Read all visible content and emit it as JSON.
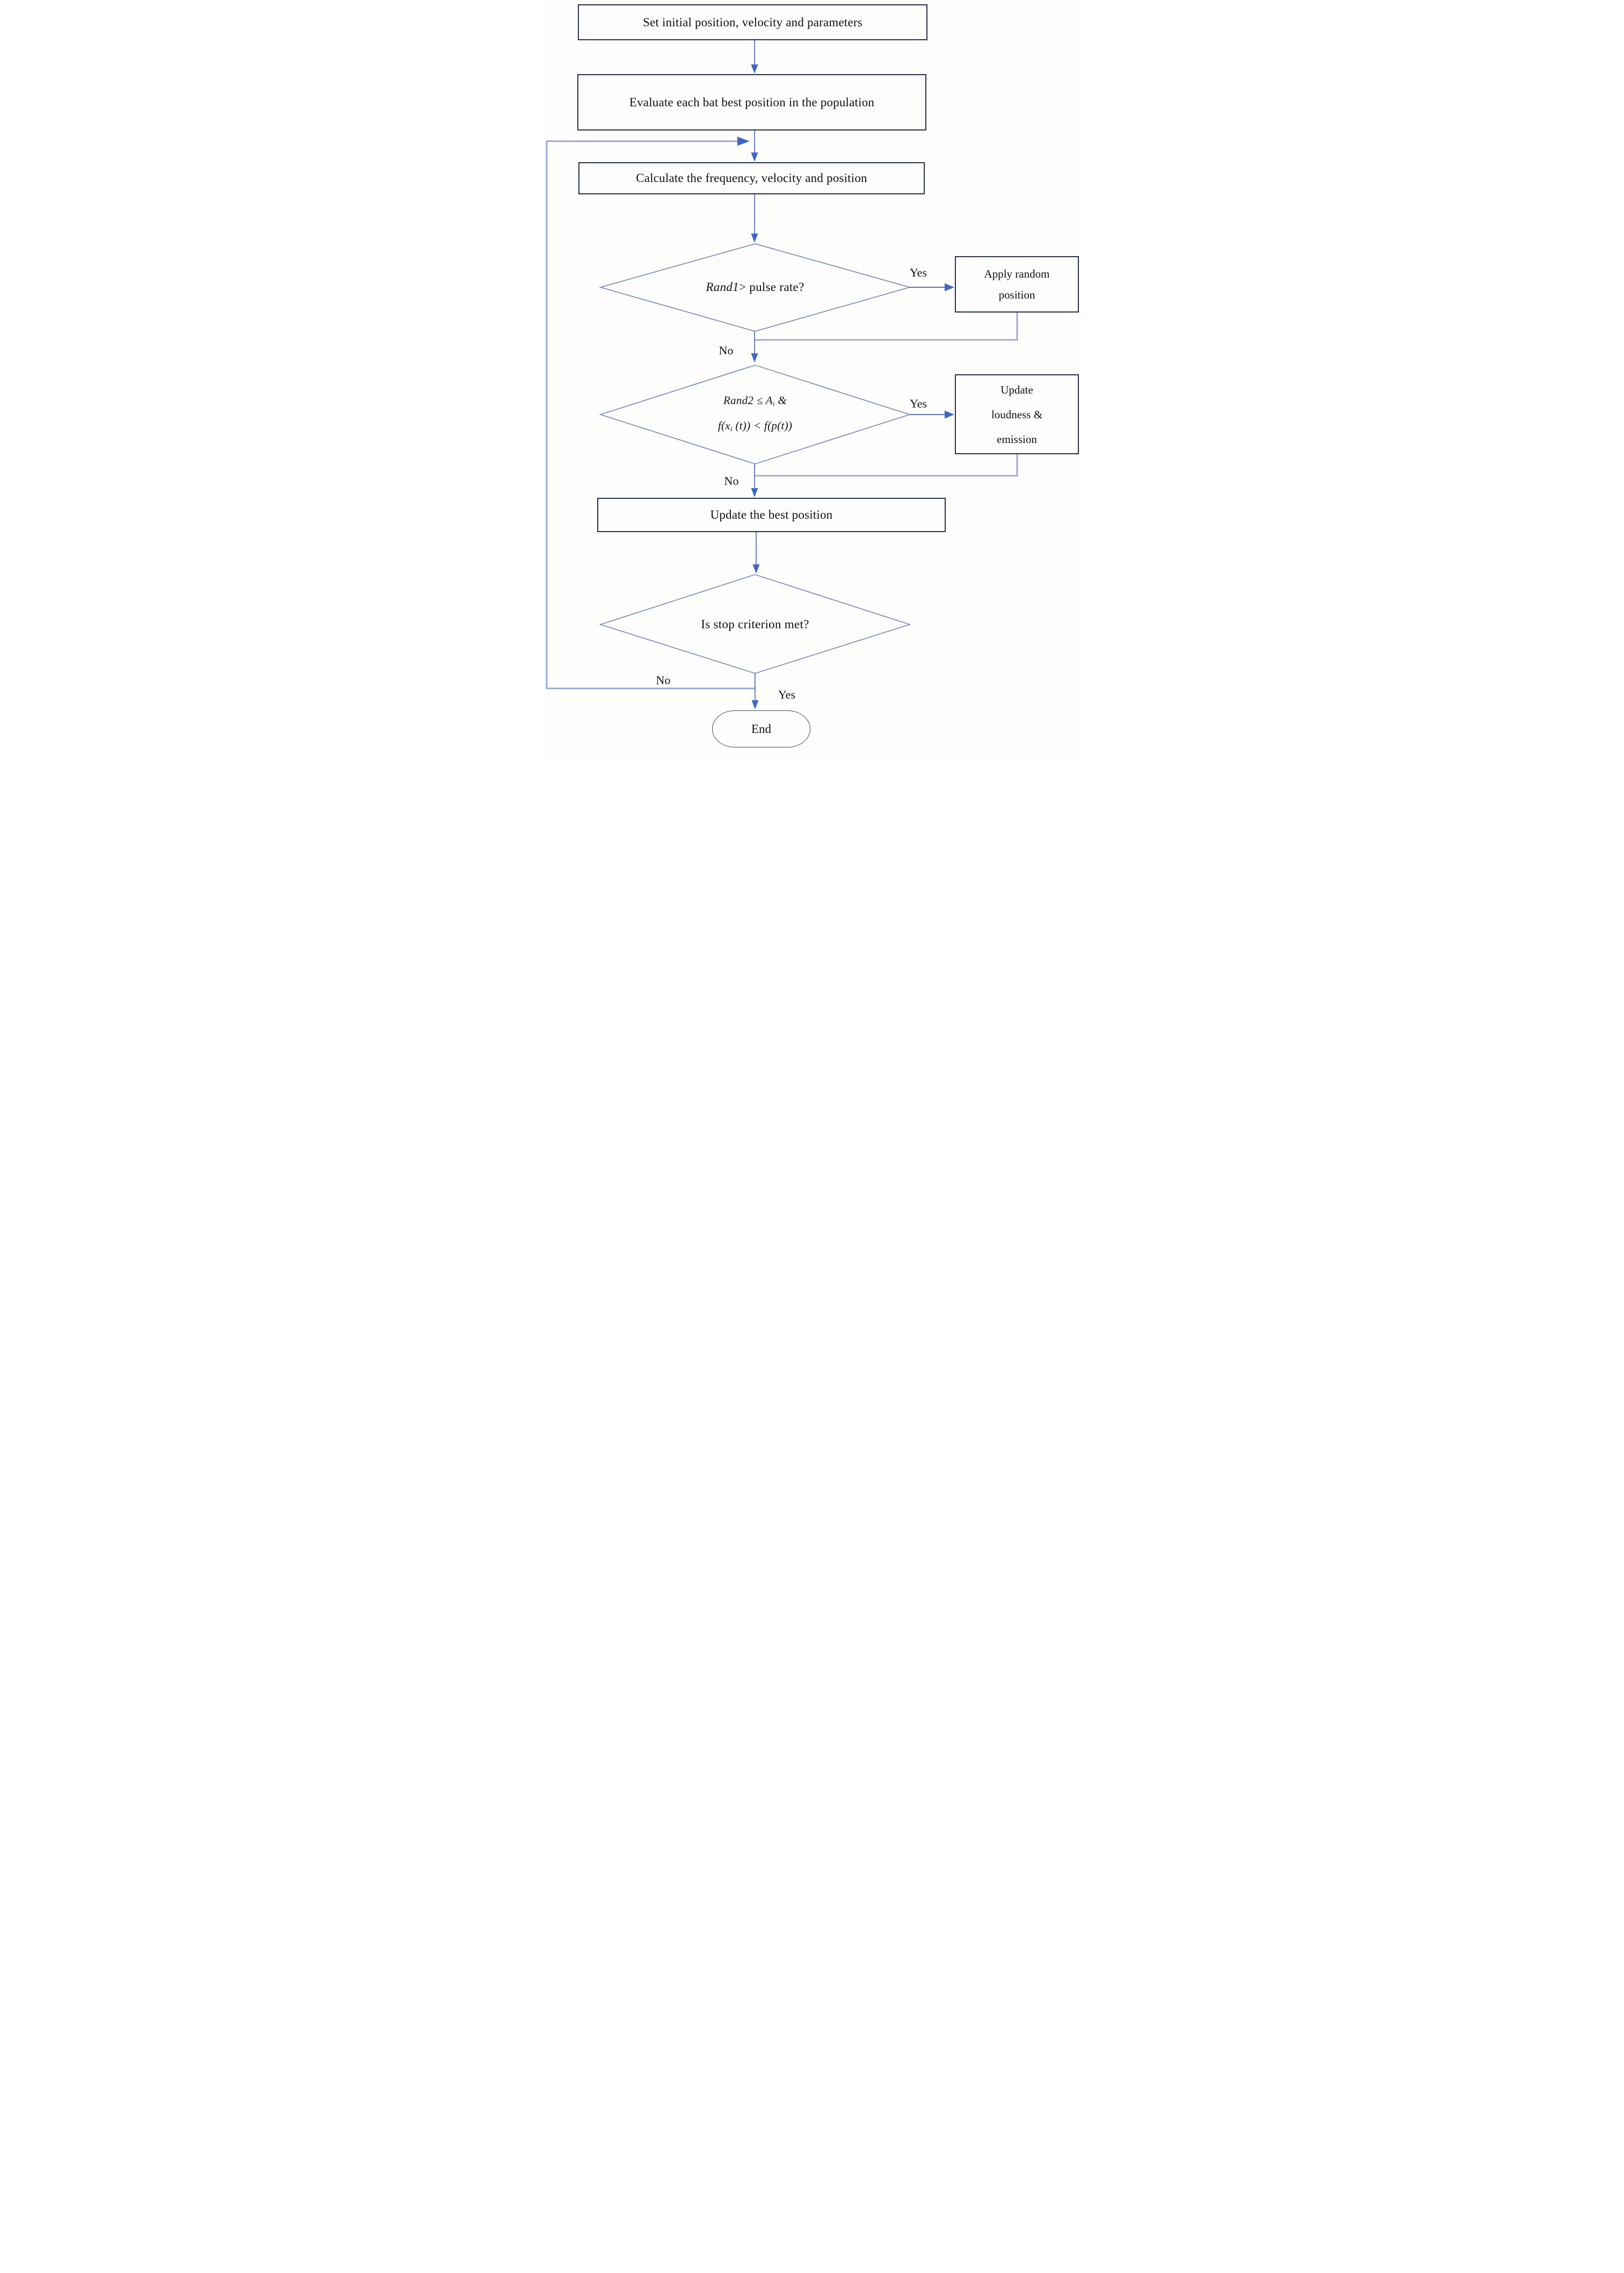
{
  "flowchart": {
    "nodes": {
      "start": {
        "label": "Set initial position, velocity and parameters"
      },
      "evaluate": {
        "label": "Evaluate each bat best position in the population"
      },
      "calculate": {
        "label": "Calculate the frequency, velocity and position"
      },
      "decision_pulse": {
        "italic_part": "Rand1",
        "rest": "> pulse rate?"
      },
      "apply_random": {
        "line1": "Apply random",
        "line2": "position"
      },
      "decision_loudness": {
        "line1_main": "Rand2 ≤ A",
        "line1_sub": "i",
        "line1_tail": " &",
        "line2_main": "f(x",
        "line2_sub": "i",
        "line2_tail": " (t)) < f(p(t))"
      },
      "update_loudness": {
        "line1": "Update",
        "line2": "loudness &",
        "line3": "emission"
      },
      "update_best": {
        "label": "Update the best position"
      },
      "decision_stop": {
        "label": "Is stop criterion met?"
      },
      "end": {
        "label": "End"
      }
    },
    "edge_labels": {
      "yes_pulse": "Yes",
      "no_pulse": "No",
      "yes_loudness": "Yes",
      "no_loudness": "No",
      "no_stop": "No",
      "yes_stop": "Yes"
    },
    "colors": {
      "box_border": "#25314b",
      "terminator_border": "#3c485f",
      "diamond_stroke": "#7a8cb8",
      "connector": "#5973b2",
      "arrowhead": "#3e68c4",
      "return_line": "#95a4d0",
      "text": "#111111"
    }
  }
}
